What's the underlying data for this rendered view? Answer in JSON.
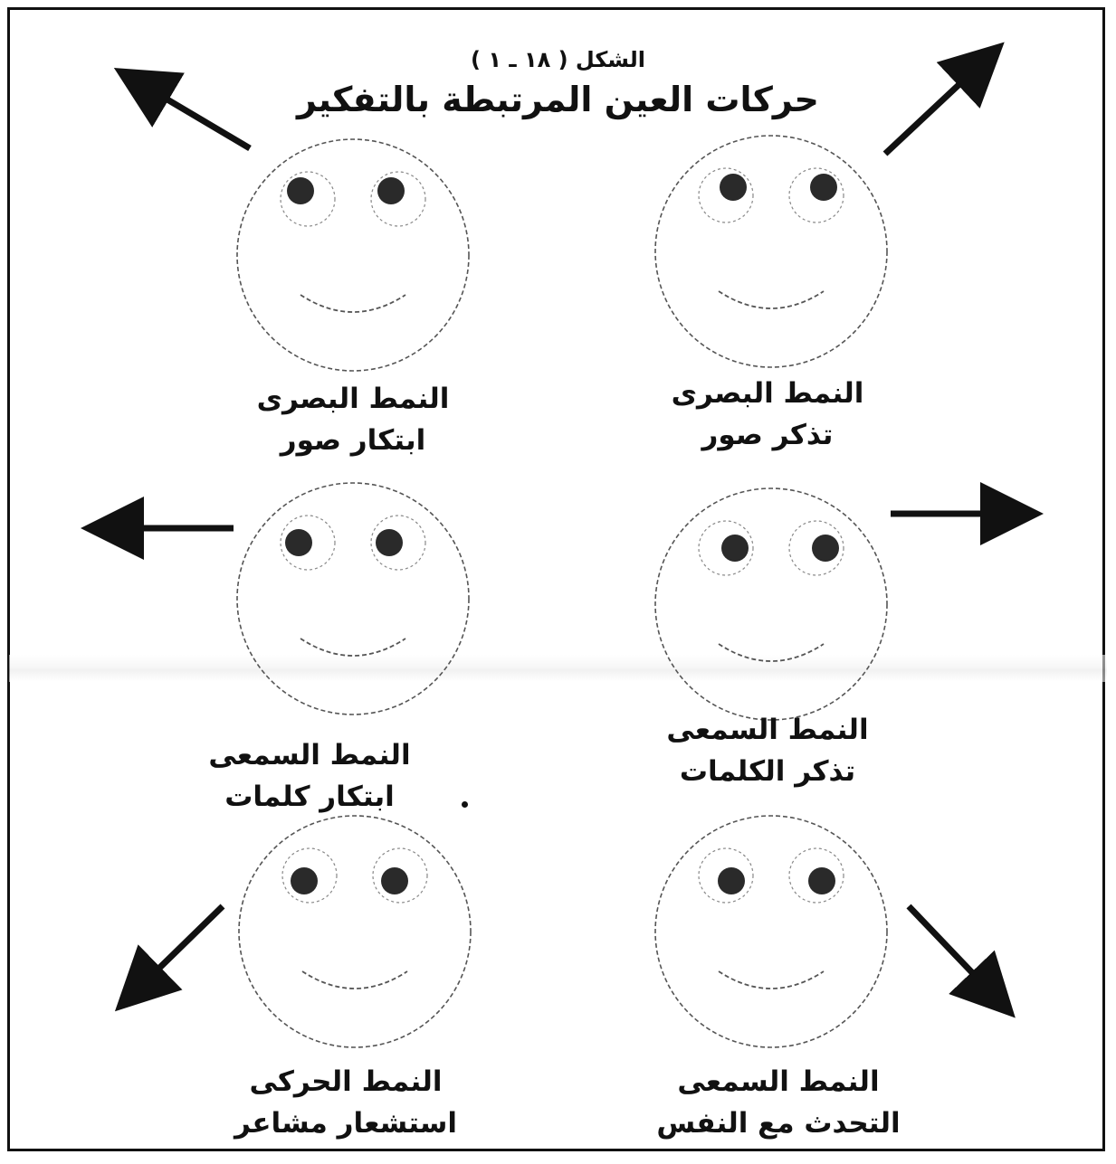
{
  "figure": {
    "label": "الشكل ( ١٨ ـ ١ )",
    "title": "حركات العين المرتبطة بالتفكير"
  },
  "faces": [
    {
      "id": "visual-construct",
      "line1": "النمط البصرى",
      "line2": "ابتكار صور",
      "gaze": "up-left",
      "arrow": "up-left"
    },
    {
      "id": "visual-recall",
      "line1": "النمط البصرى",
      "line2": "تذكر صور",
      "gaze": "up-right",
      "arrow": "up-right"
    },
    {
      "id": "auditory-construct",
      "line1": "النمط السمعى",
      "line2": "ابتكار كلمات",
      "gaze": "left",
      "arrow": "left"
    },
    {
      "id": "auditory-recall",
      "line1": "النمط السمعى",
      "line2": "تذكر الكلمات",
      "gaze": "right",
      "arrow": "right"
    },
    {
      "id": "kinesthetic",
      "line1": "النمط الحركى",
      "line2": "استشعار مشاعر",
      "gaze": "down-left",
      "arrow": "down-left"
    },
    {
      "id": "auditory-self-talk",
      "line1": "النمط السمعى",
      "line2": "التحدث مع النفس",
      "gaze": "down-right",
      "arrow": "down-right"
    }
  ],
  "colors": {
    "ink": "#111111",
    "outline": "#555555",
    "pupil": "#2a2a2a"
  }
}
